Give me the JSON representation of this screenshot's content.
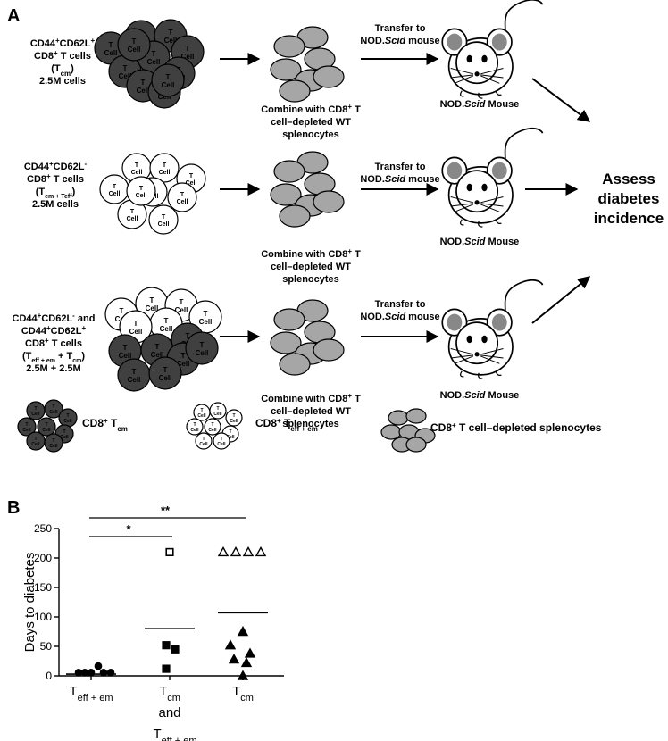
{
  "panel_a": {
    "letter": "A",
    "rows": [
      {
        "population": [
          "CD44",
          "+",
          "CD62L",
          "+"
        ],
        "line2": "CD8",
        "line2_sup": "+",
        "line2_rest": " T cells",
        "line3": "(T",
        "line3_sub": "cm",
        "line3_end": ")",
        "line4": "2.5M cells",
        "combine": [
          "Combine with CD8",
          "+",
          " T",
          "cell–depleted WT",
          "splenocytes"
        ],
        "transfer": [
          "Transfer to",
          "NOD.",
          "Scid",
          " mouse"
        ],
        "mouse": [
          "NOD.",
          "Scid",
          " Mouse"
        ]
      },
      {
        "population": [
          "CD44",
          "+",
          "CD62L",
          "-"
        ],
        "line2": "CD8",
        "line2_sup": "+",
        "line2_rest": " T cells",
        "line3": "(T",
        "line3_sub": "em + Teff",
        "line3_end": ")",
        "line4": "2.5M cells",
        "combine": [
          "Combine with CD8",
          "+",
          " T",
          "cell–depleted WT",
          "splenocytes"
        ],
        "transfer": [
          "Transfer to",
          "NOD.",
          "Scid",
          " mouse"
        ],
        "mouse": [
          "NOD.",
          "Scid",
          " Mouse"
        ]
      },
      {
        "population": [
          "CD44",
          "+",
          "CD62L",
          "-",
          " and"
        ],
        "line1b": [
          "CD44",
          "+",
          "CD62L",
          "+"
        ],
        "line2": "CD8",
        "line2_sup": "+",
        "line2_rest": " T cells",
        "line3": "(T",
        "line3_sub": "eff + em",
        "line3_mid": " + T",
        "line3_sub2": "cm",
        "line3_end": ")",
        "line4": "2.5M + 2.5M",
        "combine": [
          "Combine with CD8",
          "+",
          " T",
          "cell–depleted WT",
          "splenocytes"
        ],
        "transfer": [
          "Transfer to",
          "NOD.",
          "Scid",
          " mouse"
        ],
        "mouse": [
          "NOD.",
          "Scid",
          " Mouse"
        ]
      }
    ],
    "cell_label_top": "T",
    "cell_label_bottom": "Cell",
    "outcome": [
      "Assess",
      "diabetes",
      "incidence"
    ],
    "legend": {
      "tcm": [
        "CD8",
        "+",
        " T",
        "cm"
      ],
      "teff": [
        "CD8",
        "+",
        " T",
        "eff + em"
      ],
      "spleno": [
        "CD8",
        "+",
        " T cell–depleted splenocytes"
      ]
    },
    "colors": {
      "dark_cell": "#404040",
      "light_cell": "#ffffff",
      "gray_cell": "#a6a6a6"
    }
  },
  "panel_b": {
    "letter": "B",
    "significance": [
      {
        "label": "**",
        "from": 0,
        "to": 2
      },
      {
        "label": "*",
        "from": 0,
        "to": 1
      }
    ]
  },
  "chart_data": {
    "type": "scatter",
    "ylabel": "Days to diabetes",
    "ylim": [
      0,
      250
    ],
    "yticks": [
      0,
      50,
      100,
      150,
      200,
      250
    ],
    "categories": [
      {
        "main": "T",
        "sub": "eff + em",
        "line2": "",
        "line3_main": "",
        "line3_sub": ""
      },
      {
        "main": "T",
        "sub": "cm",
        "line2": "and",
        "line3_main": "T",
        "line3_sub": "eff + em"
      },
      {
        "main": "T",
        "sub": "cm",
        "line2": "",
        "line3_main": "",
        "line3_sub": ""
      }
    ],
    "series": [
      {
        "marker": "circle",
        "points": [
          {
            "x": 0,
            "y": 1
          },
          {
            "x": 0,
            "y": 1
          },
          {
            "x": 0,
            "y": 1
          },
          {
            "x": 0,
            "y": 12
          },
          {
            "x": 0,
            "y": 1
          },
          {
            "x": 0,
            "y": 1
          }
        ],
        "mean": 3
      },
      {
        "marker": "square",
        "points": [
          {
            "x": 1,
            "y": 210,
            "open": true
          },
          {
            "x": 1,
            "y": 52
          },
          {
            "x": 1,
            "y": 45
          },
          {
            "x": 1,
            "y": 12
          }
        ],
        "mean": 80
      },
      {
        "marker": "triangle",
        "points": [
          {
            "x": 2,
            "y": 210,
            "open": true
          },
          {
            "x": 2,
            "y": 210,
            "open": true
          },
          {
            "x": 2,
            "y": 210,
            "open": true
          },
          {
            "x": 2,
            "y": 210,
            "open": true
          },
          {
            "x": 2,
            "y": 75
          },
          {
            "x": 2,
            "y": 52
          },
          {
            "x": 2,
            "y": 38
          },
          {
            "x": 2,
            "y": 28
          },
          {
            "x": 2,
            "y": 22
          },
          {
            "x": 2,
            "y": 0
          }
        ],
        "mean": 107
      }
    ]
  }
}
